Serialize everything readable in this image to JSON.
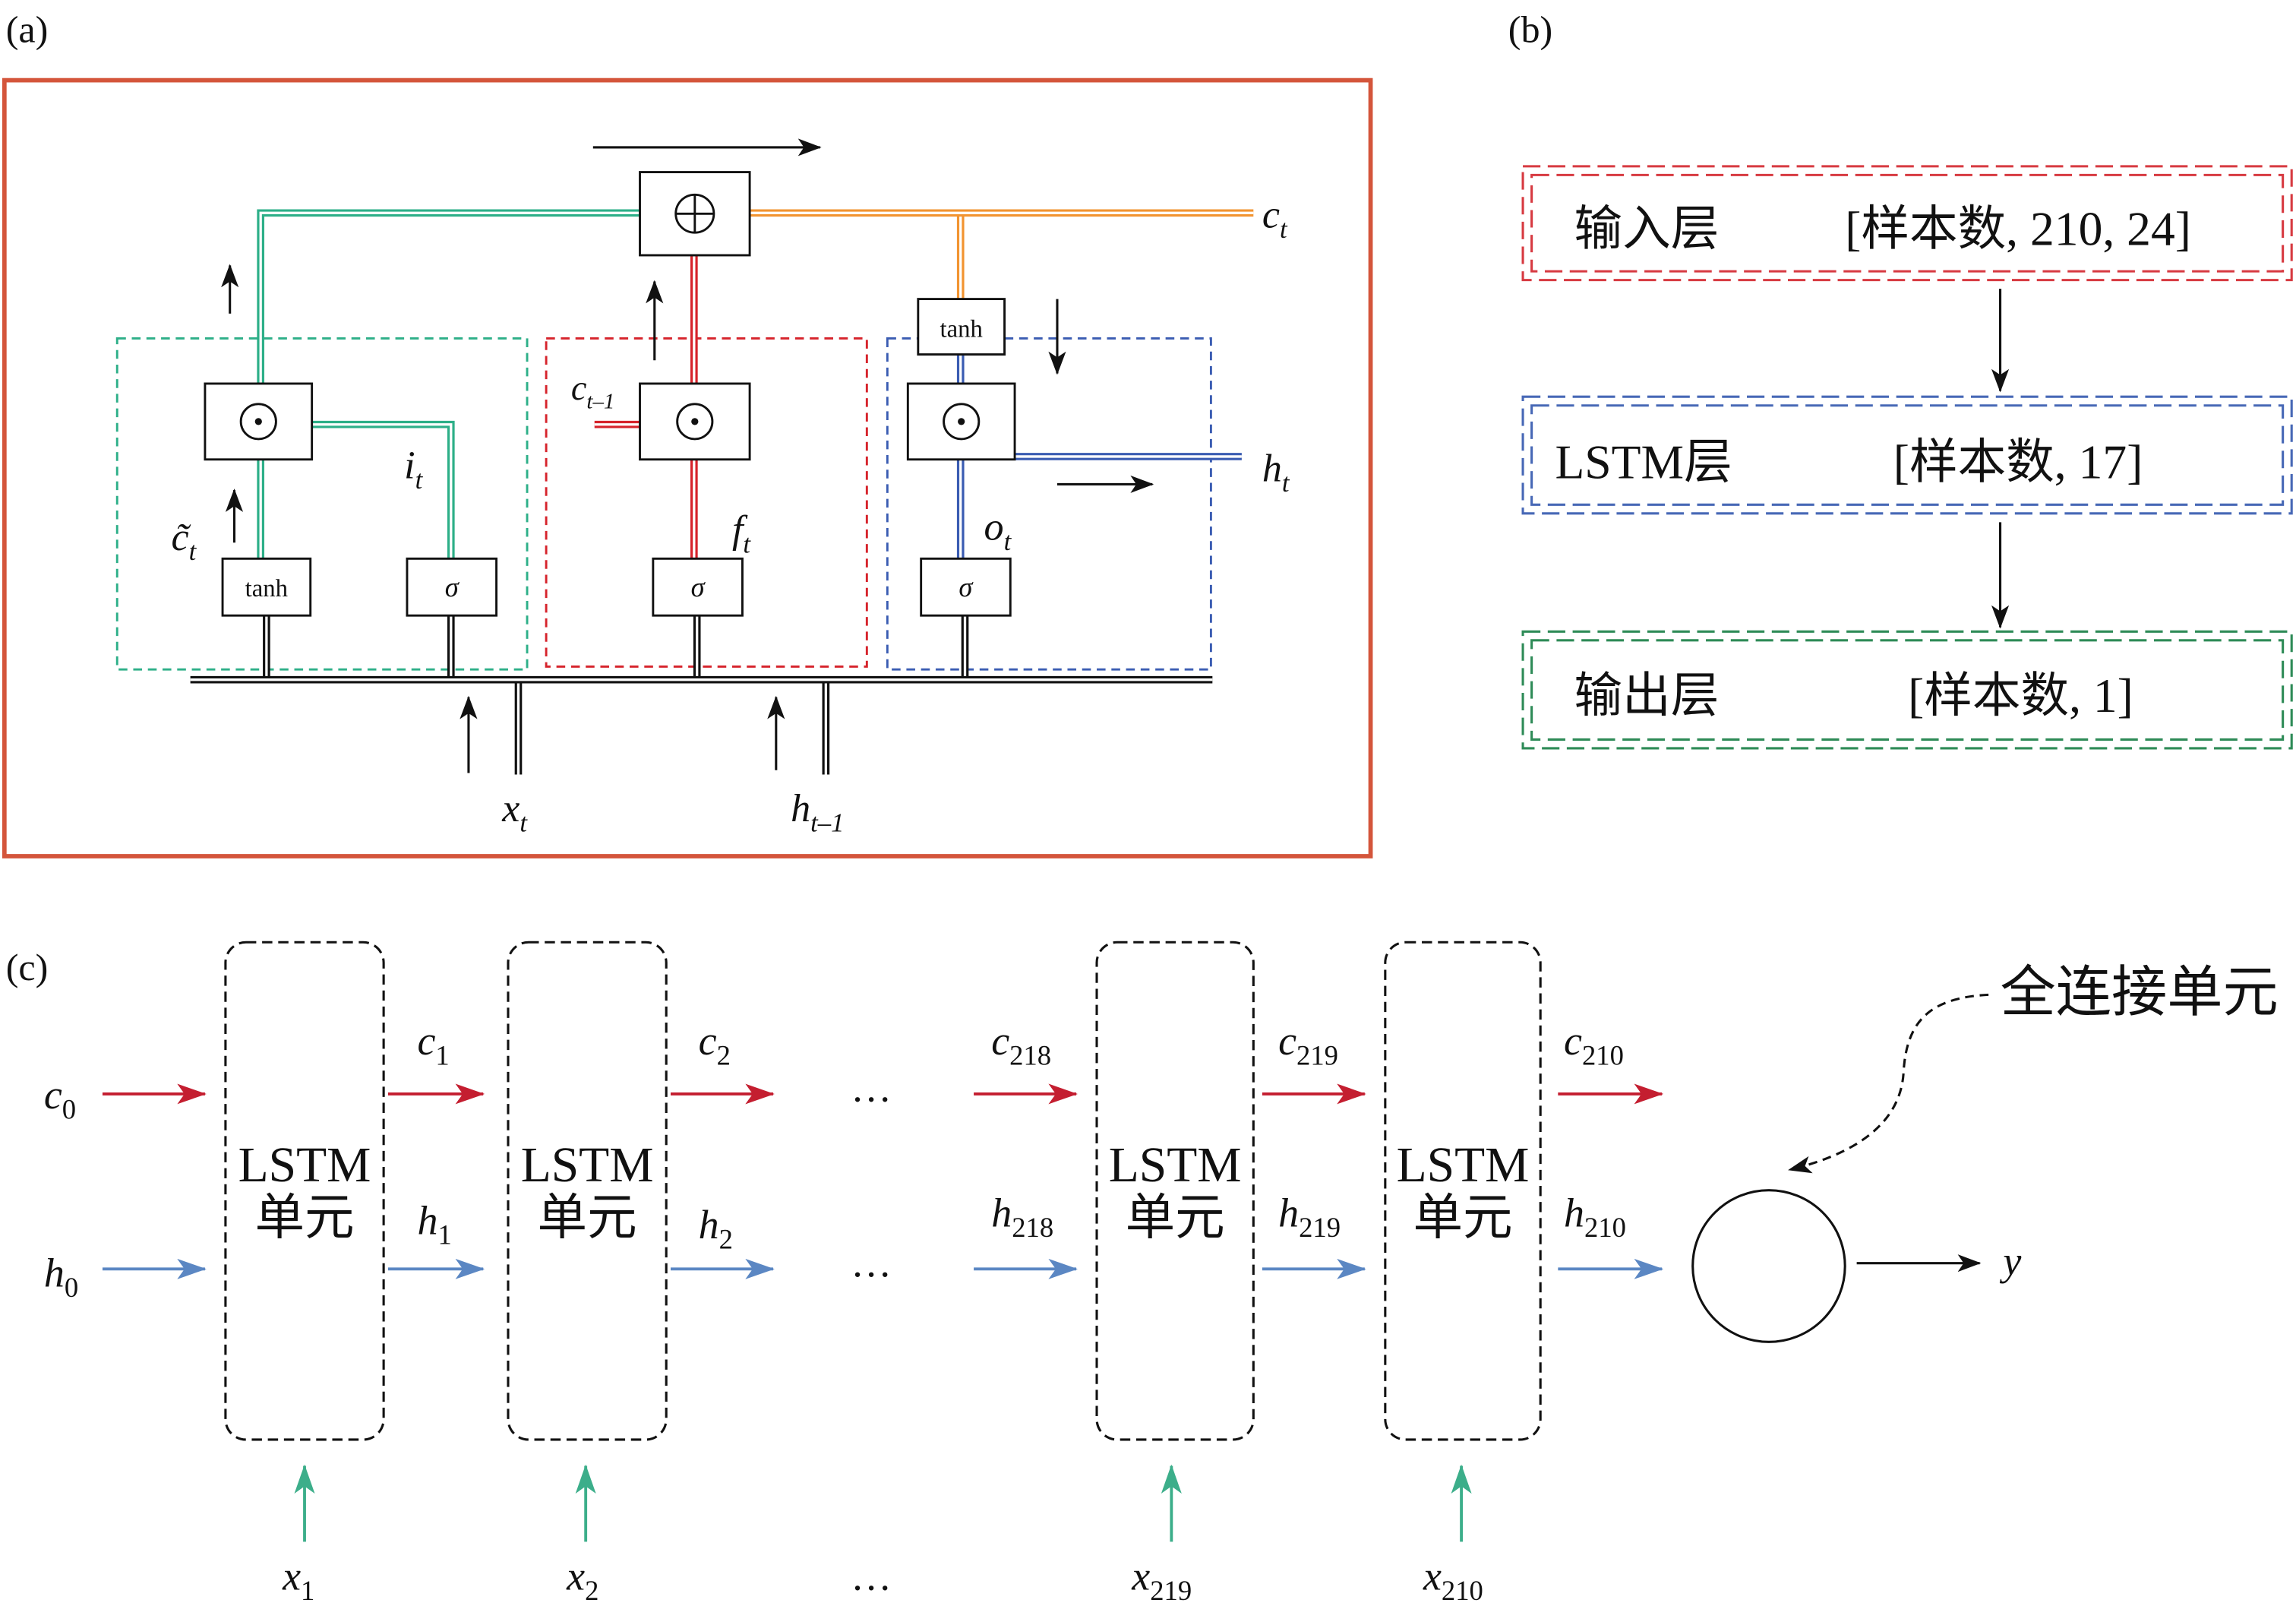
{
  "colors": {
    "frame": "#d4553b",
    "green": "#2daf88",
    "red": "#d6232b",
    "orange": "#f29431",
    "blue": "#3a5cb2",
    "b_red": "#d73a41",
    "b_blue": "#4768b6",
    "b_green": "#2e8b57",
    "arrow_red": "#c41e30",
    "arrow_blue": "#5b87c3",
    "arrow_green": "#3cae8a"
  },
  "icons": {
    "add_gate": "circled-plus",
    "multiply_gate": "circled-dot"
  },
  "panel_labels": {
    "a": "(a)",
    "b": "(b)",
    "c": "(c)"
  },
  "panel_a": {
    "gates": {
      "tanh_cell_out": "tanh",
      "tanh_candidate": "tanh",
      "sigma_input": "σ",
      "sigma_forget": "σ",
      "sigma_output": "σ"
    },
    "vars": {
      "c_t": {
        "v": "c",
        "s": "t"
      },
      "h_t": {
        "v": "h",
        "s": "t"
      },
      "c_prev": {
        "v": "c",
        "s": "t–1"
      },
      "i_t": {
        "v": "i",
        "s": "t"
      },
      "f_t": {
        "v": "f",
        "s": "t"
      },
      "o_t": {
        "v": "o",
        "s": "t"
      },
      "c_tilde": {
        "v": "c̃",
        "s": "t"
      },
      "x_t": {
        "v": "x",
        "s": "t"
      },
      "h_prev": {
        "v": "h",
        "s": "t–1"
      }
    }
  },
  "panel_b": {
    "layers": [
      {
        "name": "输入层",
        "shape": "[样本数, 210, 24]"
      },
      {
        "name": "LSTM层",
        "shape": "[样本数, 17]"
      },
      {
        "name": "输出层",
        "shape": "[样本数, 1]"
      }
    ]
  },
  "panel_c": {
    "cells": [
      {
        "title": "LSTM",
        "subtitle": "单元",
        "input": {
          "v": "x",
          "s": "1"
        }
      },
      {
        "title": "LSTM",
        "subtitle": "单元",
        "input": {
          "v": "x",
          "s": "2"
        }
      },
      {
        "title": "LSTM",
        "subtitle": "单元",
        "input": {
          "v": "x",
          "s": "219"
        }
      },
      {
        "title": "LSTM",
        "subtitle": "单元",
        "input": {
          "v": "x",
          "s": "210"
        }
      }
    ],
    "c_labels": [
      {
        "v": "c",
        "s": "0"
      },
      {
        "v": "c",
        "s": "1"
      },
      {
        "v": "c",
        "s": "2"
      },
      {
        "v": "c",
        "s": "218"
      },
      {
        "v": "c",
        "s": "219"
      },
      {
        "v": "c",
        "s": "210"
      }
    ],
    "h_labels": [
      {
        "v": "h",
        "s": "0"
      },
      {
        "v": "h",
        "s": "1"
      },
      {
        "v": "h",
        "s": "2"
      },
      {
        "v": "h",
        "s": "218"
      },
      {
        "v": "h",
        "s": "219"
      },
      {
        "v": "h",
        "s": "210"
      }
    ],
    "ellipsis": "…",
    "fc_label": "全连接单元",
    "output": "y"
  }
}
